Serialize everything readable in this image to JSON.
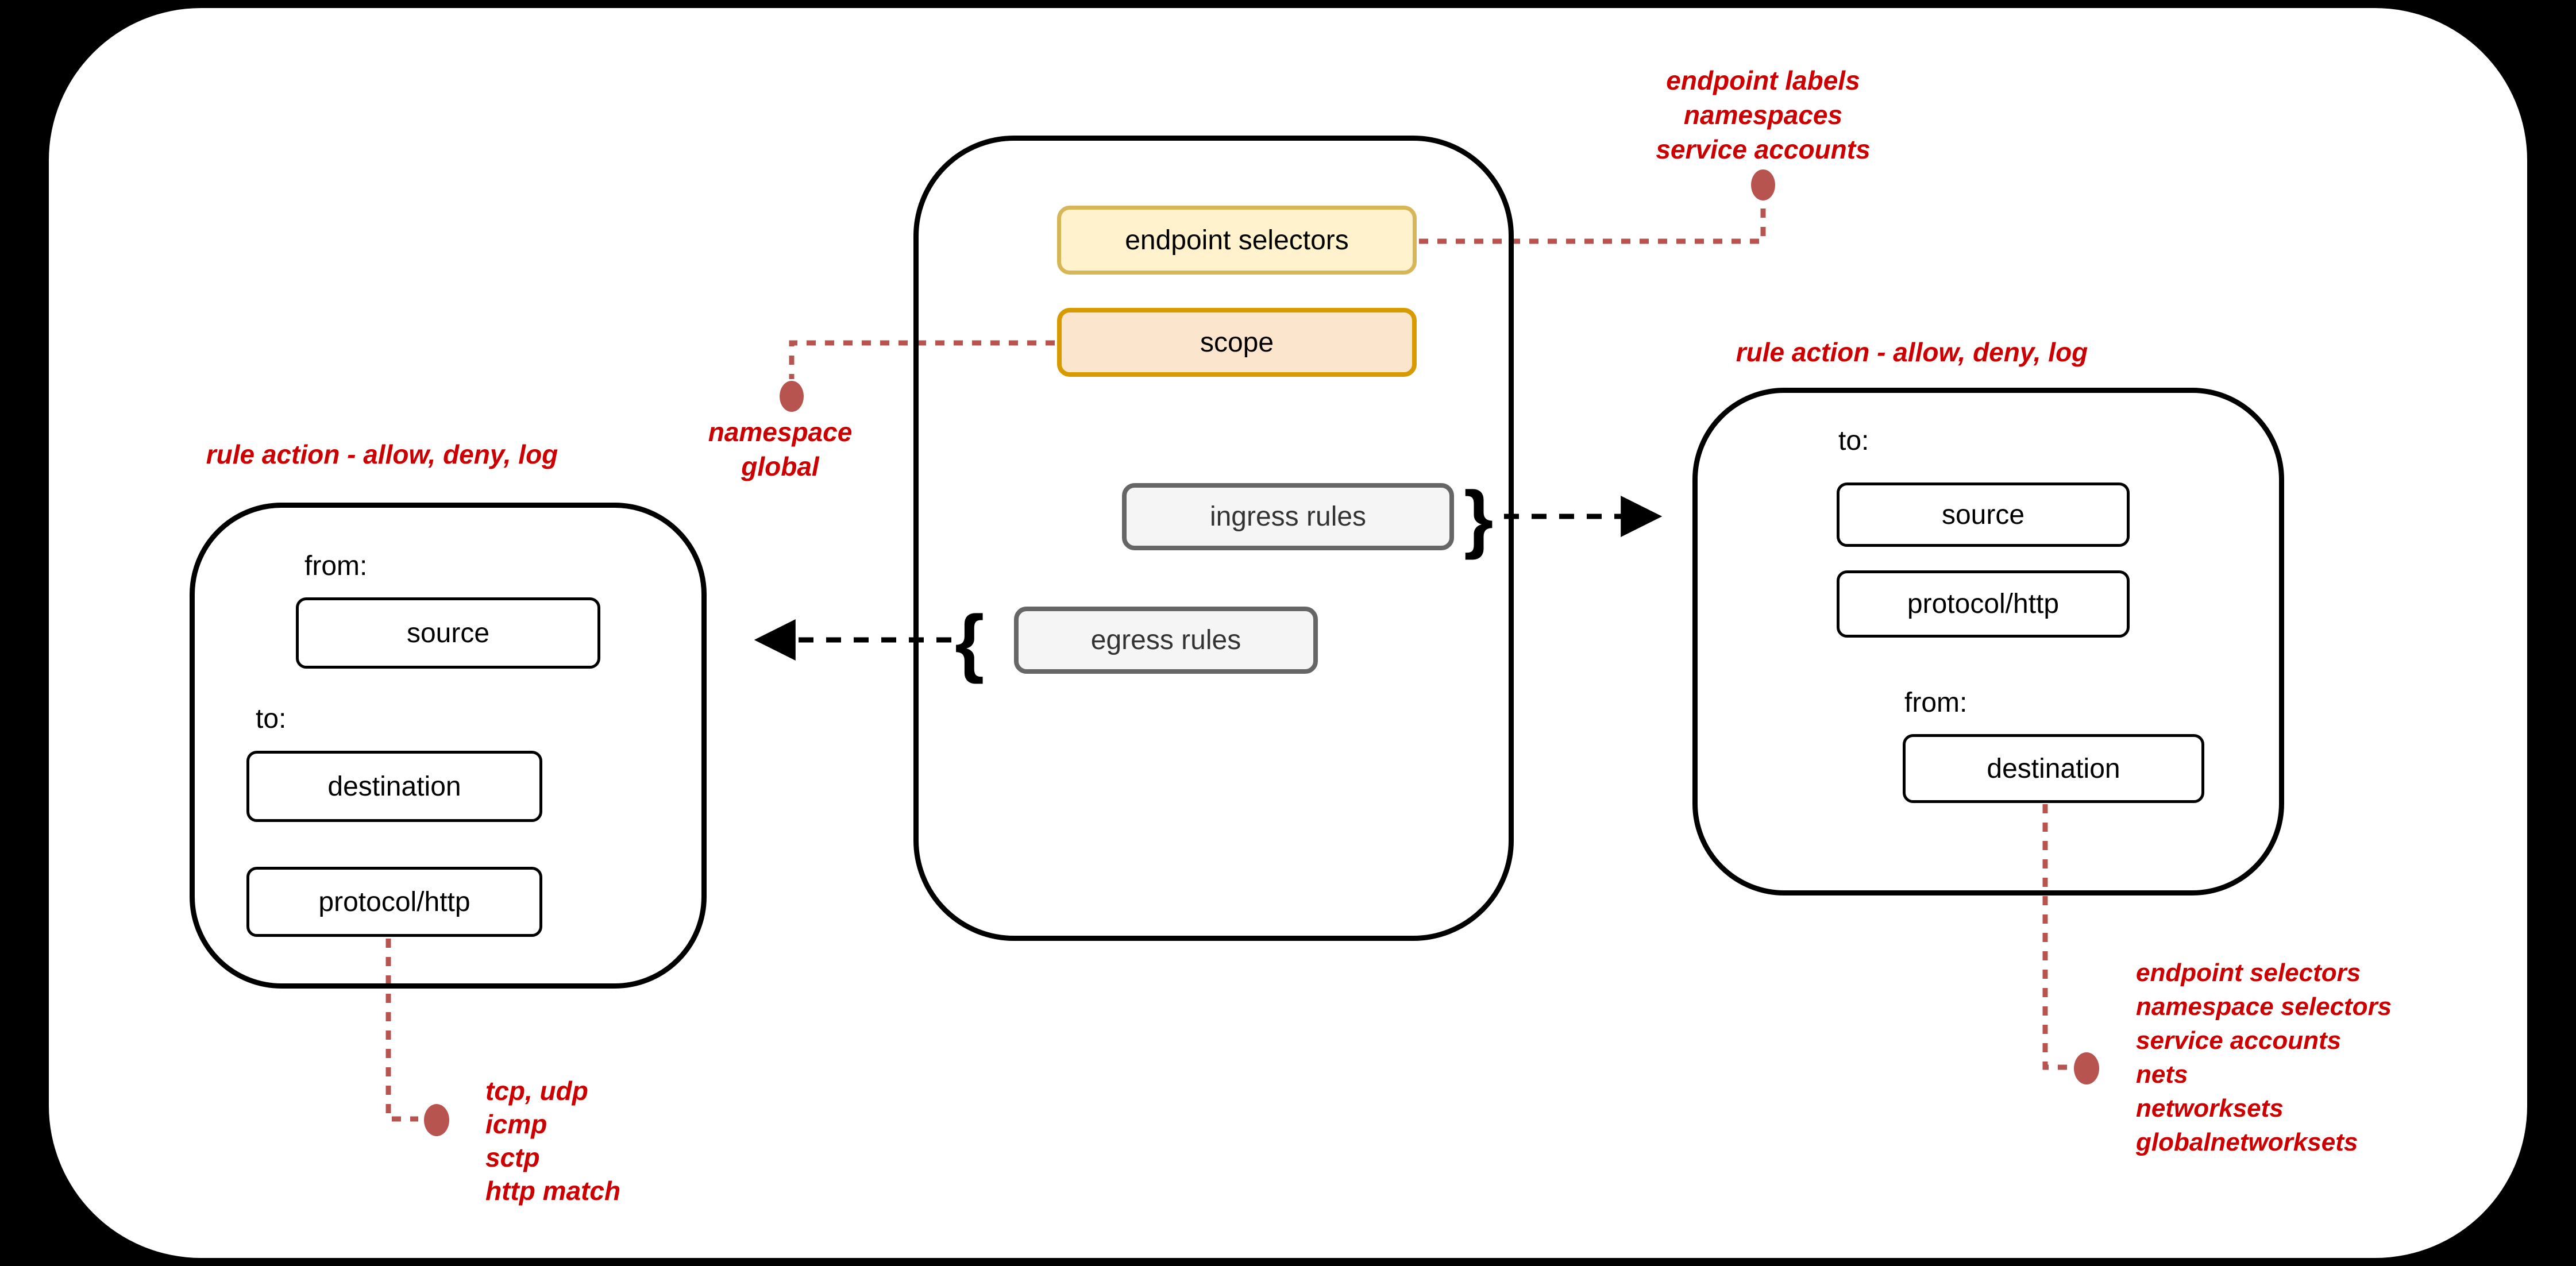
{
  "colors": {
    "background": "#000000",
    "canvas": "#ffffff",
    "yellow_fill": "#FFF2CC",
    "yellow_border": "#D6B656",
    "orange_fill": "#FBE5CD",
    "orange_border": "#D79B00",
    "gray_fill": "#F5F5F5",
    "gray_border": "#666666",
    "red_text": "#CC0000",
    "red_line": "#B85450"
  },
  "center": {
    "endpoint_selectors": "endpoint selectors",
    "scope": "scope",
    "ingress": "ingress rules",
    "egress": "egress rules",
    "brace_close": "}",
    "brace_open": "{"
  },
  "left_rule": {
    "title": "rule action - allow, deny, log",
    "from_label": "from:",
    "source": "source",
    "to_label": "to:",
    "destination": "destination",
    "protocol": "protocol/http"
  },
  "right_rule": {
    "title": "rule action - allow, deny, log",
    "to_label": "to:",
    "source": "source",
    "protocol": "protocol/http",
    "from_label": "from:",
    "destination": "destination"
  },
  "annotations": {
    "top": {
      "lines": [
        "endpoint labels",
        "namespaces",
        "service accounts"
      ]
    },
    "scope": {
      "lines": [
        "namespace",
        "global"
      ]
    },
    "protocol": {
      "lines": [
        "tcp, udp",
        "icmp",
        "sctp",
        "http match"
      ]
    },
    "destination": {
      "lines": [
        "endpoint selectors",
        "namespace selectors",
        "service accounts",
        "nets",
        "networksets",
        "globalnetworksets"
      ]
    }
  }
}
